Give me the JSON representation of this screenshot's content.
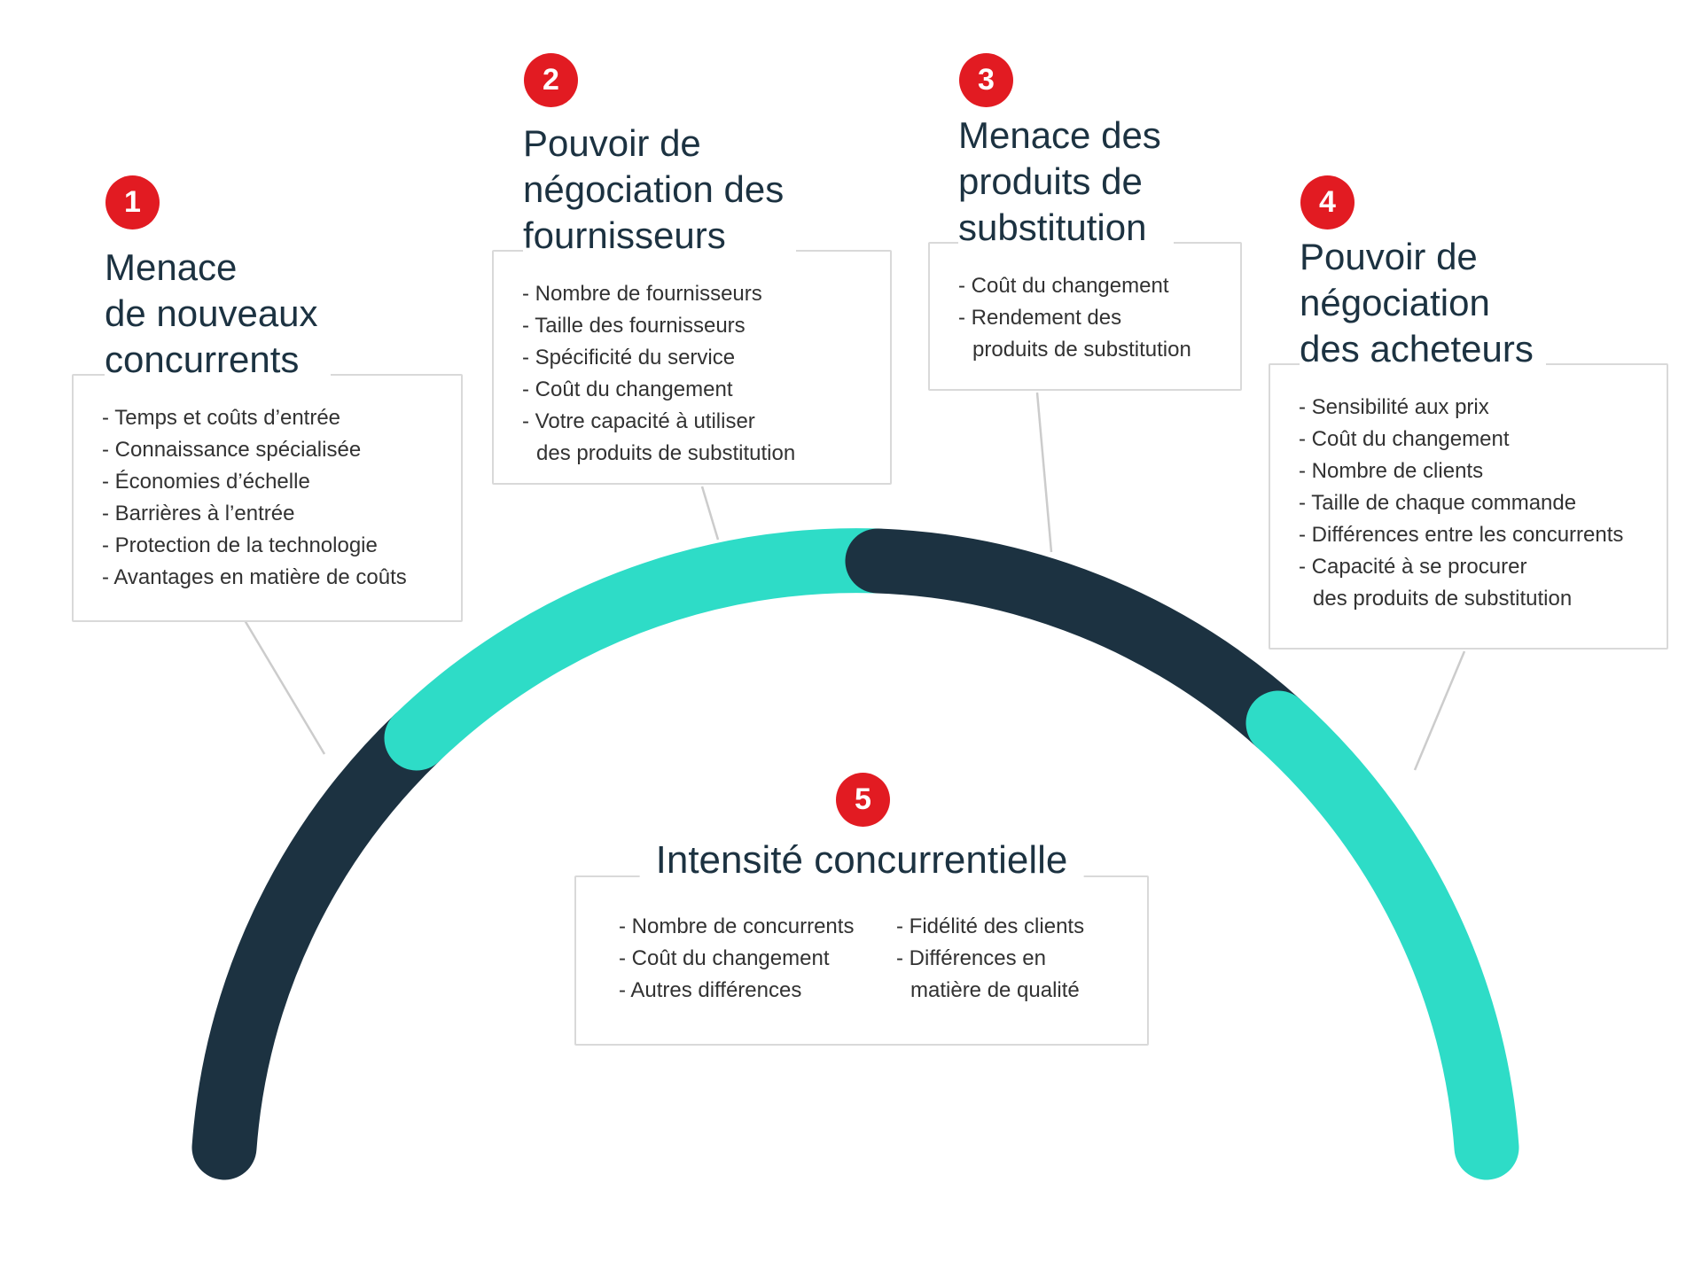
{
  "colors": {
    "badge_red": "#e21b22",
    "arc_teal": "#2edcc7",
    "arc_navy": "#1c3241",
    "title_navy": "#1c3241",
    "body_text": "#323232",
    "box_border": "#d9d9d9",
    "connector_gray": "#cccccc",
    "background": "#ffffff"
  },
  "forces": [
    {
      "number": "1",
      "title": "Menace\nde nouveaux\nconcurrents",
      "items": [
        "- Temps et coûts d’entrée",
        "- Connaissance spécialisée",
        "- Économies d’échelle",
        "- Barrières à l’entrée",
        "- Protection de la technologie",
        "- Avantages en matière de coûts"
      ]
    },
    {
      "number": "2",
      "title": "Pouvoir de\nnégociation des\nfournisseurs",
      "items": [
        "- Nombre de fournisseurs",
        "- Taille des fournisseurs",
        "- Spécificité du service",
        "- Coût du changement",
        "- Votre capacité à utiliser\ndes produits de substitution"
      ]
    },
    {
      "number": "3",
      "title": "Menace des\nproduits de\nsubstitution",
      "items": [
        "- Coût du changement",
        "- Rendement des\nproduits de substitution"
      ]
    },
    {
      "number": "4",
      "title": "Pouvoir de\nnégociation\ndes acheteurs",
      "items": [
        "- Sensibilité aux prix",
        "- Coût du changement",
        "- Nombre de clients",
        "- Taille de chaque commande",
        "- Différences entre les concurrents",
        "- Capacité à se procurer\ndes produits de substitution"
      ]
    },
    {
      "number": "5",
      "title": "Intensité concurrentielle",
      "items_left": [
        "- Nombre de concurrents",
        "- Coût du changement",
        "- Autres différences"
      ],
      "items_right": [
        "- Fidélité des clients",
        "- Différences en\nmatière de qualité"
      ]
    }
  ]
}
